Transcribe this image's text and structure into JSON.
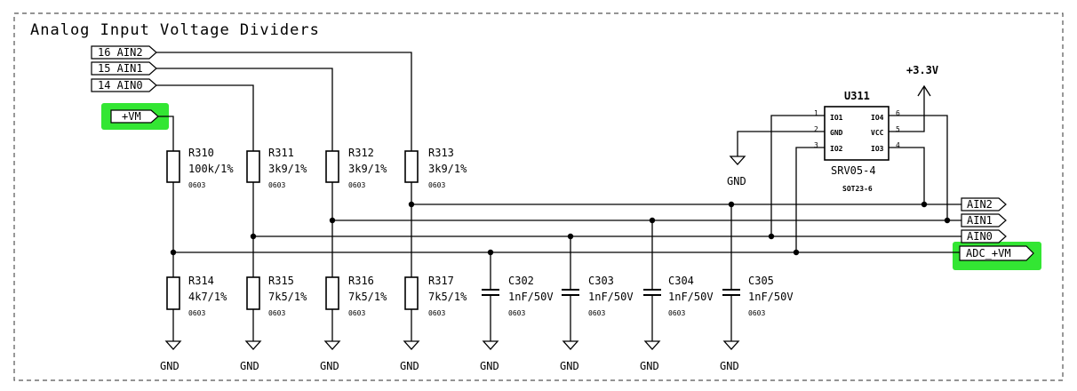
{
  "title": "Analog Input Voltage Dividers",
  "highlight_color": "#33e633",
  "input_labels": [
    "16_AIN2",
    "15_AIN1",
    "14_AIN0"
  ],
  "vm_label": "+VM",
  "output_labels": [
    "AIN2",
    "AIN1",
    "AIN0",
    "ADC_+VM"
  ],
  "resistors_top": [
    {
      "ref": "R310",
      "value": "100k/1%",
      "package": "0603"
    },
    {
      "ref": "R311",
      "value": "3k9/1%",
      "package": "0603"
    },
    {
      "ref": "R312",
      "value": "3k9/1%",
      "package": "0603"
    },
    {
      "ref": "R313",
      "value": "3k9/1%",
      "package": "0603"
    }
  ],
  "resistors_bottom": [
    {
      "ref": "R314",
      "value": "4k7/1%",
      "package": "0603"
    },
    {
      "ref": "R315",
      "value": "7k5/1%",
      "package": "0603"
    },
    {
      "ref": "R316",
      "value": "7k5/1%",
      "package": "0603"
    },
    {
      "ref": "R317",
      "value": "7k5/1%",
      "package": "0603"
    }
  ],
  "capacitors": [
    {
      "ref": "C302",
      "value": "1nF/50V",
      "package": "0603"
    },
    {
      "ref": "C303",
      "value": "1nF/50V",
      "package": "0603"
    },
    {
      "ref": "C304",
      "value": "1nF/50V",
      "package": "0603"
    },
    {
      "ref": "C305",
      "value": "1nF/50V",
      "package": "0603"
    }
  ],
  "gnd_label": "GND",
  "power_label": "+3.3V",
  "ic": {
    "ref": "U311",
    "part": "SRV05-4",
    "package": "SOT23-6",
    "left_pins": [
      {
        "num": "1",
        "name": "IO1"
      },
      {
        "num": "2",
        "name": "GND"
      },
      {
        "num": "3",
        "name": "IO2"
      }
    ],
    "right_pins": [
      {
        "num": "6",
        "name": "IO4"
      },
      {
        "num": "5",
        "name": "VCC"
      },
      {
        "num": "4",
        "name": "IO3"
      }
    ]
  }
}
